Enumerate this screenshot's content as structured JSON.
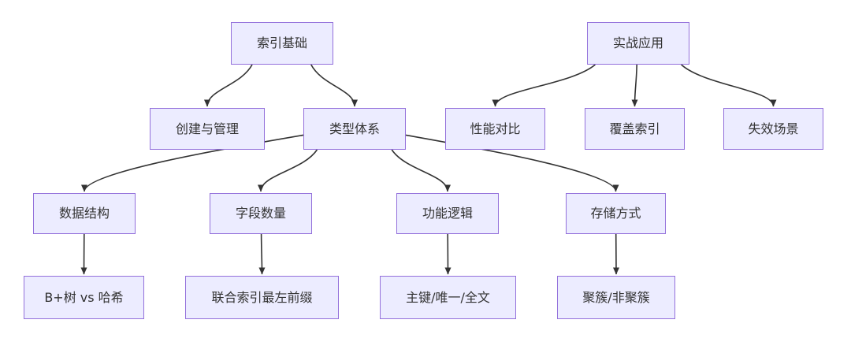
{
  "diagram": {
    "type": "flowchart",
    "direction": "top-down",
    "colors": {
      "background": "#FFFFFF",
      "node_fill": "#ECECFF",
      "node_border": "#9370DB",
      "edge_line": "#333333",
      "text": "#333333"
    },
    "nodes": {
      "index_basics": {
        "label": "索引基础"
      },
      "practical_application": {
        "label": "实战应用"
      },
      "create_manage": {
        "label": "创建与管理"
      },
      "type_system": {
        "label": "类型体系"
      },
      "performance_comparison": {
        "label": "性能对比"
      },
      "covering_index": {
        "label": "覆盖索引"
      },
      "failure_scenarios": {
        "label": "失效场景"
      },
      "data_structure": {
        "label": "数据结构"
      },
      "field_count": {
        "label": "字段数量"
      },
      "function_logic": {
        "label": "功能逻辑"
      },
      "storage_method": {
        "label": "存储方式"
      },
      "btree_vs_hash": {
        "label": "B+树 vs 哈希"
      },
      "composite_leftmost_prefix": {
        "label": "联合索引最左前缀"
      },
      "pk_unique_fulltext": {
        "label": "主键/唯一/全文"
      },
      "clustered_nonclustered": {
        "label": "聚簇/非聚簇"
      }
    },
    "edges": [
      {
        "from": "index_basics",
        "to": "create_manage"
      },
      {
        "from": "index_basics",
        "to": "type_system"
      },
      {
        "from": "practical_application",
        "to": "performance_comparison"
      },
      {
        "from": "practical_application",
        "to": "covering_index"
      },
      {
        "from": "practical_application",
        "to": "failure_scenarios"
      },
      {
        "from": "type_system",
        "to": "data_structure"
      },
      {
        "from": "type_system",
        "to": "field_count"
      },
      {
        "from": "type_system",
        "to": "function_logic"
      },
      {
        "from": "type_system",
        "to": "storage_method"
      },
      {
        "from": "data_structure",
        "to": "btree_vs_hash"
      },
      {
        "from": "field_count",
        "to": "composite_leftmost_prefix"
      },
      {
        "from": "function_logic",
        "to": "pk_unique_fulltext"
      },
      {
        "from": "storage_method",
        "to": "clustered_nonclustered"
      }
    ]
  }
}
